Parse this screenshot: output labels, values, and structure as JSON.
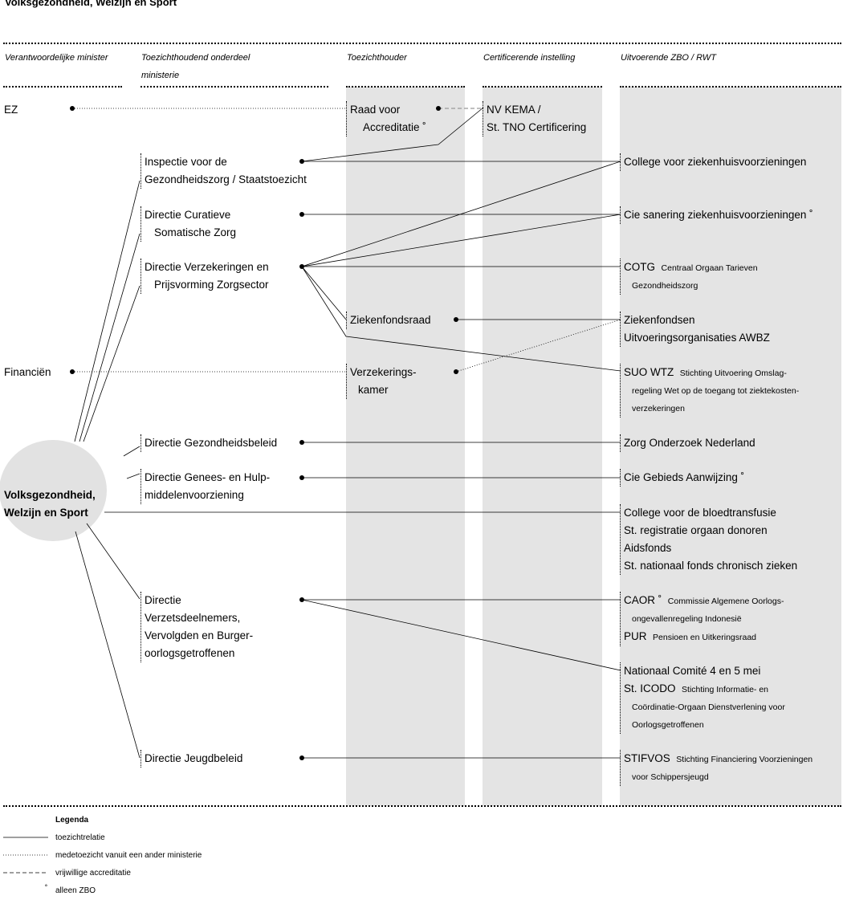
{
  "title": "Volksgezondheid, Welzijn en Sport",
  "columns": {
    "c1": "Verantwoordelijke minister",
    "c2a": "Toezichthoudend onderdeel",
    "c2b": "ministerie",
    "c3": "Toezichthouder",
    "c4": "Certificerende instelling",
    "c5": "Uitvoerende ZBO / RWT"
  },
  "ministers": {
    "ez": "EZ",
    "fin": "Financiën",
    "vws_a": "Volksgezondheid,",
    "vws_b": "Welzijn en Sport"
  },
  "departments": {
    "igz_a": "Inspectie voor de",
    "igz_b": "Gezondheidszorg / Staatstoezicht",
    "dcsz_a": "Directie Curatieve",
    "dcsz_b": "Somatische Zorg",
    "dvpz_a": "Directie Verzekeringen en",
    "dvpz_b": "Prijsvorming Zorgsector",
    "dgb": "Directie Gezondheidsbeleid",
    "dgh_a": "Directie Genees- en Hulp-",
    "dgh_b": "middelenvoorziening",
    "dvv_a": "Directie",
    "dvv_b": "Verzetsdeelnemers,",
    "dvv_c": "Vervolgden en Burger-",
    "dvv_d": "oorlogsgetroffenen",
    "djb": "Directie Jeugdbeleid"
  },
  "supervisors": {
    "rva_a": "Raad voor",
    "rva_b": "Accreditatie ˚",
    "zfr": "Ziekenfondsraad",
    "vk_a": "Verzekerings-",
    "vk_b": "kamer"
  },
  "certifiers": {
    "kema": "NV KEMA /",
    "tno": "St. TNO Certificering"
  },
  "zbo": {
    "cvz": "College voor ziekenhuisvoorzieningen",
    "csz": "Cie sanering ziekenhuisvoorzieningen ˚",
    "cotg": "COTG",
    "cotg_sub1": "Centraal Orgaan Tarieven",
    "cotg_sub2": "Gezondheidszorg",
    "zf_a": "Ziekenfondsen",
    "zf_b": "Uitvoeringsorganisaties AWBZ",
    "suo": "SUO WTZ",
    "suo_sub1": "Stichting Uitvoering Omslag-",
    "suo_sub2": "regeling Wet op de toegang tot ziektekosten-",
    "suo_sub3": "verzekeringen",
    "zon": "Zorg Onderzoek Nederland",
    "cga": "Cie Gebieds Aanwijzing ˚",
    "cbt": "College voor de bloedtransfusie",
    "sro": "St. registratie orgaan donoren",
    "aids": "Aidsfonds",
    "snf": "St. nationaal fonds chronisch zieken",
    "caor": "CAOR ˚",
    "caor_sub1": "Commissie Algemene Oorlogs-",
    "caor_sub2": "ongevallenregeling Indonesië",
    "pur": "PUR",
    "pur_sub": "Pensioen en Uitkeringsraad",
    "nc": "Nationaal Comité 4 en 5 mei",
    "icodo": "St. ICODO",
    "icodo_sub1": "Stichting Informatie- en",
    "icodo_sub2": "Coördinatie-Orgaan Dienstverlening voor",
    "icodo_sub3": "Oorlogsgetroffenen",
    "stifvos": "STIFVOS",
    "stifvos_sub1": "Stichting Financiering Voorzieningen",
    "stifvos_sub2": "voor Schippersjeugd"
  },
  "legend": {
    "title": "Legenda",
    "solid": "toezichtrelatie",
    "dotted": "medetoezicht vanuit een ander ministerie",
    "dashed": "vrijwillige accreditatie",
    "zbo_mark": "˚",
    "zbo": "alleen ZBO"
  },
  "colors": {
    "band": "#e4e4e4",
    "ellipse": "#e2e2e2",
    "dashed": "#999999"
  }
}
